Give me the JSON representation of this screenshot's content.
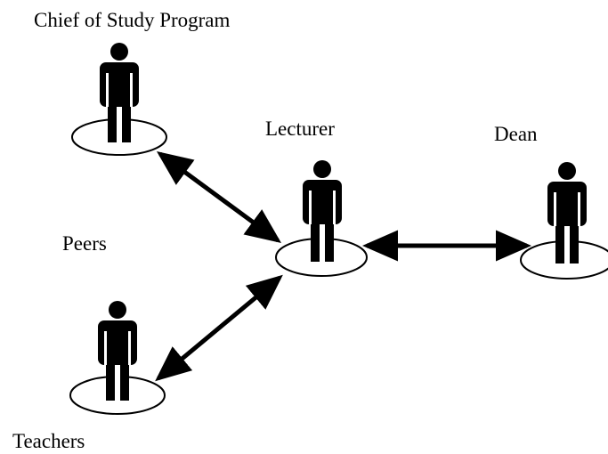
{
  "nodes": {
    "chief": {
      "label": "Chief of Study Program"
    },
    "lecturer": {
      "label": "Lecturer"
    },
    "dean": {
      "label": "Dean"
    },
    "teachers": {
      "label": "Teachers"
    }
  },
  "group_label": "Peers",
  "edges": [
    {
      "from": "chief",
      "to": "lecturer",
      "direction": "both"
    },
    {
      "from": "lecturer",
      "to": "dean",
      "direction": "both"
    },
    {
      "from": "lecturer",
      "to": "teachers",
      "direction": "both"
    }
  ]
}
